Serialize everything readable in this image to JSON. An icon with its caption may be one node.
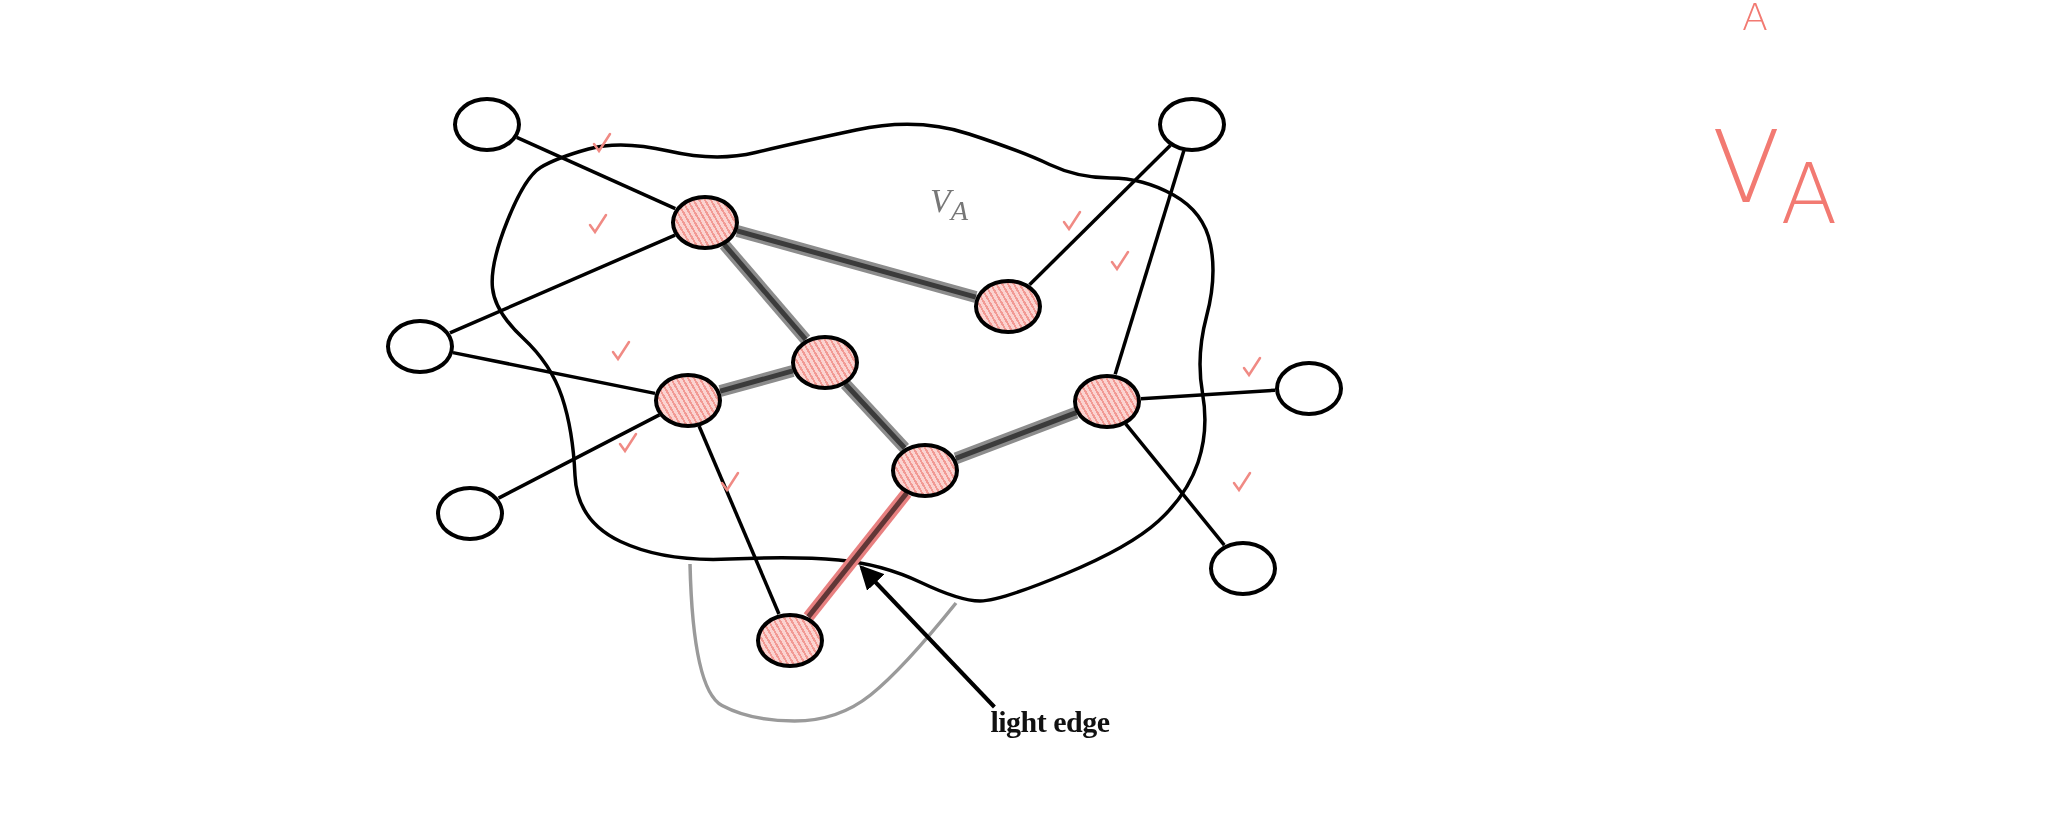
{
  "diagram": {
    "nodes": [
      {
        "text": [],
        "shape": "circle"
      },
      {
        "text": [],
        "shape": "circle"
      },
      {
        "text": [],
        "shape": "circle"
      },
      {
        "text": [],
        "shape": "circle"
      },
      {
        "text": [],
        "shape": "circle"
      },
      {
        "text": [],
        "shape": "circle"
      },
      {
        "text": [],
        "shape": "circle"
      },
      {
        "text": [],
        "shape": "circle"
      },
      {
        "text": [],
        "shape": "circle"
      },
      {
        "text": [],
        "shape": "circle"
      },
      {
        "text": [],
        "shape": "circle"
      },
      {
        "text": [],
        "shape": "circle"
      },
      {
        "text": [],
        "shape": "circle"
      },
      {
        "text": [
          "light edge"
        ]
      }
    ],
    "edges": [
      {
        "from": 0,
        "to": 2,
        "arrow": "none"
      },
      {
        "from": 4,
        "to": 2,
        "arrow": "none"
      },
      {
        "from": 4,
        "to": 6,
        "arrow": "none"
      },
      {
        "from": 9,
        "to": 6,
        "arrow": "none"
      },
      {
        "from": 6,
        "to": 12,
        "arrow": "none"
      },
      {
        "from": 2,
        "to": 3,
        "arrow": "none",
        "style": "thick",
        "color": "#8c8c8c"
      },
      {
        "from": 2,
        "to": 5,
        "arrow": "none",
        "style": "thick",
        "color": "#8c8c8c"
      },
      {
        "from": 5,
        "to": 6,
        "arrow": "none",
        "style": "thick",
        "color": "#8c8c8c"
      },
      {
        "from": 5,
        "to": 10,
        "arrow": "none",
        "style": "thick",
        "color": "#8c8c8c"
      },
      {
        "from": 10,
        "to": 7,
        "arrow": "none",
        "style": "thick",
        "color": "#8c8c8c"
      },
      {
        "from": 10,
        "to": 12,
        "arrow": "none",
        "style": "thick",
        "color": "#e88080"
      },
      {
        "from": 3,
        "to": 1,
        "arrow": "none"
      },
      {
        "from": 7,
        "to": 1,
        "arrow": "none"
      },
      {
        "from": 7,
        "to": 8,
        "arrow": "none"
      },
      {
        "from": 7,
        "to": 11,
        "arrow": "none"
      },
      {
        "from": 13,
        "to": null,
        "arrow": "to"
      }
    ],
    "labels": [
      "A",
      "*V*$_{A}$",
      "V$_{A}$"
    ]
  }
}
